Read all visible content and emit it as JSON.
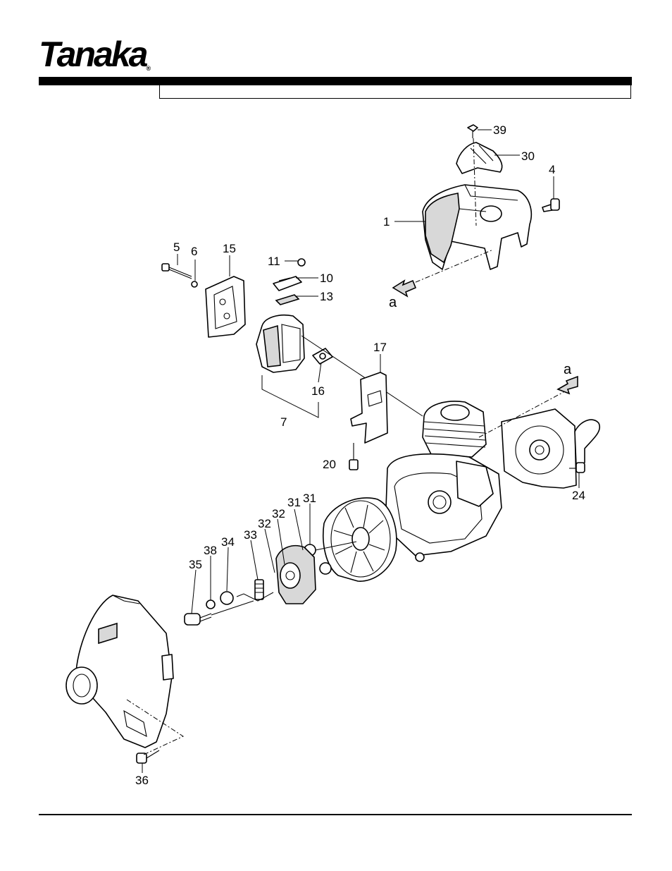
{
  "header": {
    "brand": "Tanaka",
    "registered_mark": "®",
    "title": ""
  },
  "callouts": [
    {
      "id": "c39",
      "text": "39"
    },
    {
      "id": "c30",
      "text": "30"
    },
    {
      "id": "c4",
      "text": "4"
    },
    {
      "id": "c1",
      "text": "1"
    },
    {
      "id": "ca1",
      "text": "a"
    },
    {
      "id": "c5",
      "text": "5"
    },
    {
      "id": "c6",
      "text": "6"
    },
    {
      "id": "c15",
      "text": "15"
    },
    {
      "id": "c11",
      "text": "11"
    },
    {
      "id": "c10",
      "text": "10"
    },
    {
      "id": "c13",
      "text": "13"
    },
    {
      "id": "c17",
      "text": "17"
    },
    {
      "id": "ca2",
      "text": "a"
    },
    {
      "id": "c16",
      "text": "16"
    },
    {
      "id": "c7",
      "text": "7"
    },
    {
      "id": "c20",
      "text": "20"
    },
    {
      "id": "c24",
      "text": "24"
    },
    {
      "id": "c31a",
      "text": "31"
    },
    {
      "id": "c31b",
      "text": "31"
    },
    {
      "id": "c32a",
      "text": "32"
    },
    {
      "id": "c32b",
      "text": "32"
    },
    {
      "id": "c33",
      "text": "33"
    },
    {
      "id": "c34",
      "text": "34"
    },
    {
      "id": "c38",
      "text": "38"
    },
    {
      "id": "c35",
      "text": "35"
    },
    {
      "id": "c36",
      "text": "36"
    }
  ]
}
